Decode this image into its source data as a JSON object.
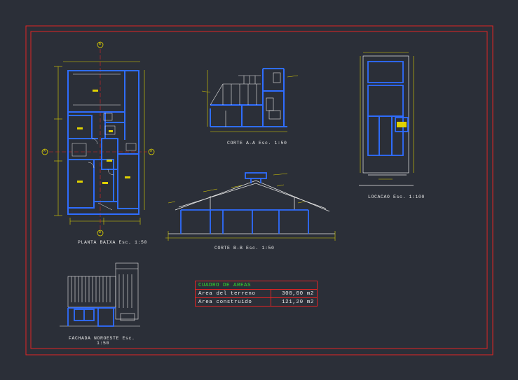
{
  "drawing": {
    "colors": {
      "background": "#2b2f38",
      "frame": "#e02424",
      "wall": "#2f6dff",
      "line": "#e8e8e8",
      "dimension": "#e0d200",
      "table_title": "#2fe02f"
    },
    "views": {
      "plan": {
        "title": "PLANTA BAIXA",
        "scale": "Esc. 1:50",
        "axis_a": "A",
        "axis_b": "B"
      },
      "section_a": {
        "title": "CORTE A-A",
        "scale": "Esc. 1:50"
      },
      "section_b": {
        "title": "CORTE B-B",
        "scale": "Esc. 1:50"
      },
      "location": {
        "title": "LOCACAO",
        "scale": "Esc. 1:100"
      },
      "facade": {
        "title": "FACHADA NOROESTE",
        "scale": "Esc.",
        "scale_value": "1:50"
      }
    },
    "areas_table": {
      "title": "CUADRO DE AREAS",
      "rows": [
        {
          "label": "Area del terreno",
          "value": "300,00",
          "unit": "m2"
        },
        {
          "label": "Area construido",
          "value": "121,20",
          "unit": "m2"
        }
      ]
    }
  }
}
